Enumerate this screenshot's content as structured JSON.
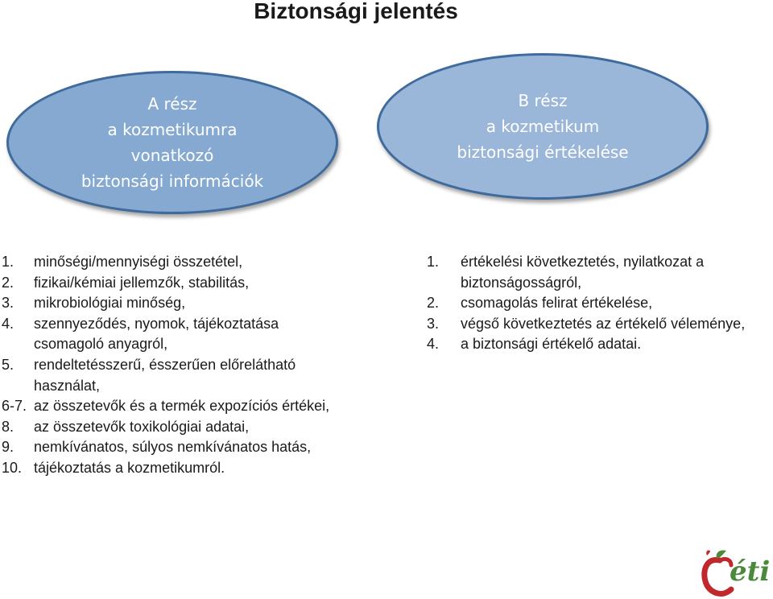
{
  "title": "Biztonsági jelentés",
  "part_a": {
    "lines": [
      "A rész",
      "a kozmetikumra",
      "vonatkozó",
      "biztonsági információk"
    ],
    "items": [
      {
        "num": "1.",
        "text": "minőségi/mennyiségi összetétel,"
      },
      {
        "num": "2.",
        "text": "fizikai/kémiai jellemzők, stabilitás,"
      },
      {
        "num": "3.",
        "text": "mikrobiológiai minőség,"
      },
      {
        "num": "4.",
        "text": "szennyeződés, nyomok, tájékoztatása csomagoló anyagról,"
      },
      {
        "num": "5.",
        "text": "rendeltetésszerű, ésszerűen előrelátható használat,"
      },
      {
        "num": "6-7.",
        "text": "az összetevők és a termék expozíciós értékei,"
      },
      {
        "num": "8.",
        "text": "az összetevők toxikológiai adatai,"
      },
      {
        "num": "9.",
        "text": "nemkívánatos, súlyos nemkívánatos hatás,"
      },
      {
        "num": "10.",
        "text": "tájékoztatás a kozmetikumról."
      }
    ]
  },
  "part_b": {
    "lines": [
      "B rész",
      "a kozmetikum",
      "biztonsági értékelése"
    ],
    "items": [
      {
        "num": "1.",
        "text": "értékelési következtetés, nyilatkozat a biztonságosságról,"
      },
      {
        "num": "2.",
        "text": "csomagolás felirat értékelése,"
      },
      {
        "num": "3.",
        "text": "végső következtetés az értékelő véleménye,"
      },
      {
        "num": "4.",
        "text": "a biztonsági értékelő adatai."
      }
    ]
  },
  "logo": {
    "text": "éti",
    "icon": "oeti-apple-logo-icon",
    "apple_color": "#c0282d",
    "leaf_color": "#4a8a3a"
  },
  "colors": {
    "ellipse_fill": "#8fb0d5",
    "ellipse_border": "#3f6a9c",
    "ellipse_text": "#ffffff"
  }
}
